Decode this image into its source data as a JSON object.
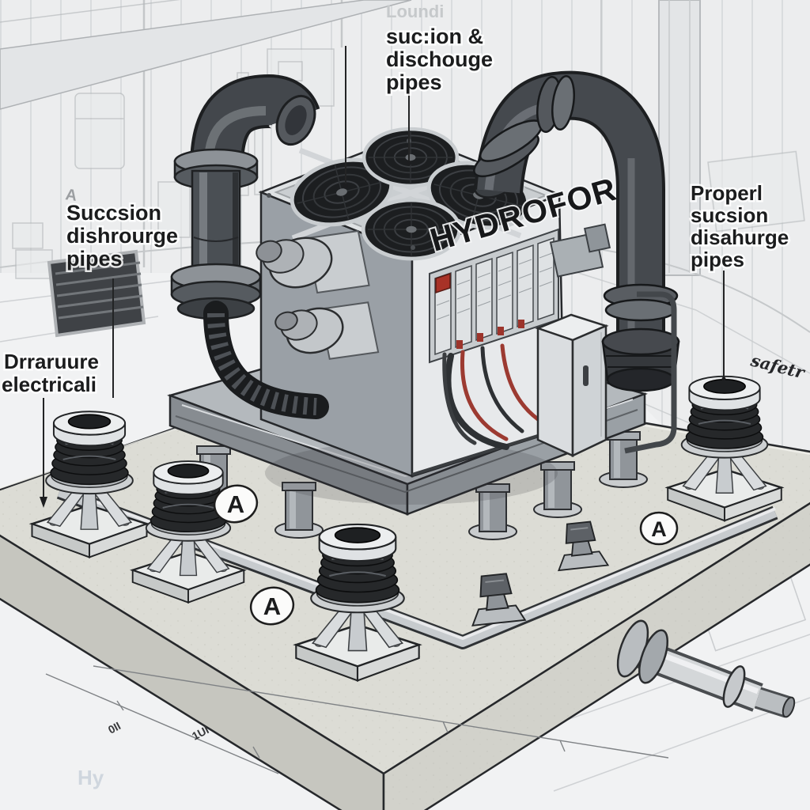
{
  "scene": {
    "device_label": "HYDROFOR",
    "marker_letter": "A",
    "labels": {
      "top_faint": "Loundi",
      "top": [
        "suc:ion &",
        "dischouge",
        "pipes"
      ],
      "left": [
        "Succsion",
        "dishrourge",
        "pipes"
      ],
      "left_lower": [
        "Drraruure",
        "electricali"
      ],
      "right": [
        "Properl",
        "sucsion",
        "disahurge",
        "pipes"
      ],
      "handwritten": "safetr",
      "watermark": "Hy",
      "pencil_note": "A",
      "dim_marks": [
        "0II",
        "1UI"
      ]
    },
    "colors": {
      "pipe_dark": "#42464b",
      "concrete_pad": "#dcdcd5",
      "steel_light": "#c7cbce",
      "unit_front": "#e7e9eb",
      "unit_side": "#9aa0a6",
      "fan_dark": "#1e2023",
      "accent_red": "#a83227",
      "label_ink": "#1b1c1d"
    }
  }
}
